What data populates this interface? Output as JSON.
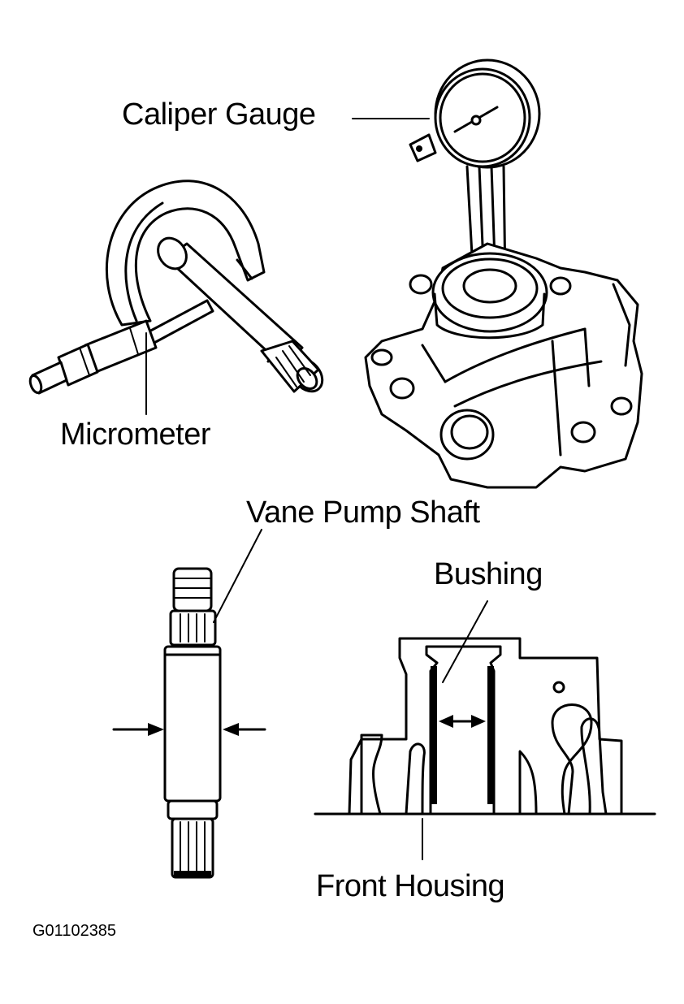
{
  "labels": {
    "caliper_gauge": "Caliper Gauge",
    "micrometer": "Micrometer",
    "vane_pump_shaft": "Vane Pump Shaft",
    "bushing": "Bushing",
    "front_housing": "Front Housing"
  },
  "figure_id": "G01102385"
}
